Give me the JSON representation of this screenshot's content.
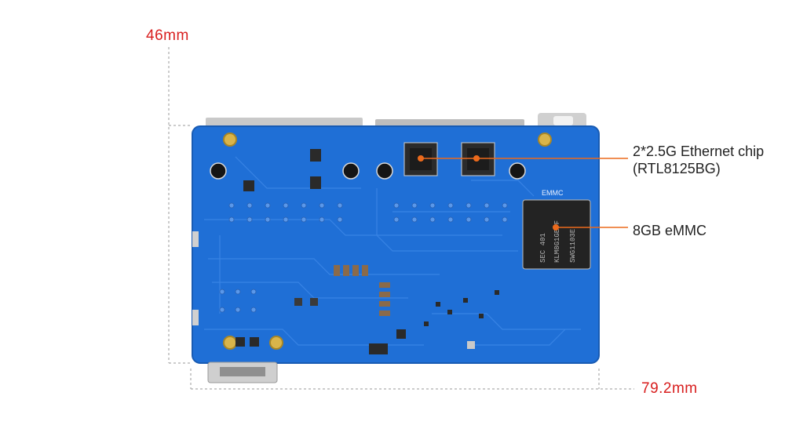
{
  "dimensions": {
    "height_label": "46mm",
    "width_label": "79.2mm"
  },
  "callouts": {
    "ethernet_line1": "2*2.5G Ethernet chip",
    "ethernet_line2": "(RTL8125BG)",
    "emmc": "8GB eMMC"
  },
  "board_marks": {
    "emmc_silk": "EMMC",
    "chip_text_1": "SEC 401",
    "chip_text_2": "KLM8G1GETF",
    "chip_text_3": "SWG1103E"
  },
  "colors": {
    "pcb": "#1f6fd6",
    "accent": "#ec6a1c",
    "dimension_text": "#d81e1e"
  }
}
